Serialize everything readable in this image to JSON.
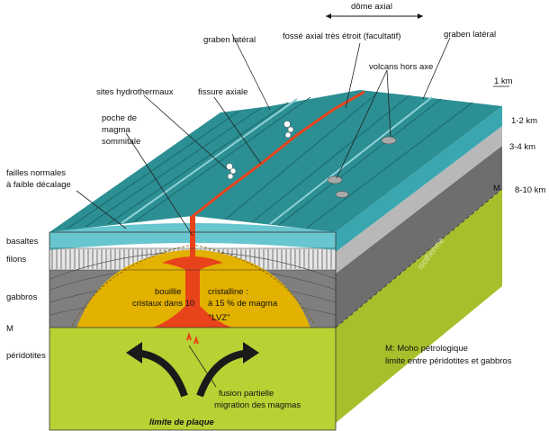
{
  "colors": {
    "top_surface": "#2b8f93",
    "basalt_layer": "#67c6cf",
    "dike_layer": "#d9d9d9",
    "gabbro_layer": "#7f7f7f",
    "peridotite_layer": "#b8d234",
    "magma_chamber": "#e3b100",
    "melt": "#e8431a",
    "mantle_flow": "#1a1a1a"
  },
  "labels": {
    "dome_axial": "dôme axial",
    "scale_bar": "1 km",
    "graben_lateral_left": "graben latéral",
    "fosse_axial": "fossé axial très étroit (facultatif)",
    "graben_lateral_right": "graben latéral",
    "volcans_hors_axe": "volcans hors axe",
    "sites_hydrothermaux": "sites hydrothermaux",
    "fissure_axiale": "fissure axiale",
    "poche_magma": [
      "poche de",
      "magma",
      "sommitale"
    ],
    "failles_normales": [
      "failles normales",
      "à faible décalage"
    ],
    "basaltes": "basaltes",
    "filons": "filons",
    "gabbros": "gabbros",
    "moho_m": "M",
    "peridotites": "péridotites",
    "depth_1": "1-2 km",
    "depth_2": "3-4 km",
    "depth_m": "M",
    "depth_3": "8-10 km",
    "bouillie": [
      "bouillie",
      "cristaux dans 10"
    ],
    "cristalline": [
      "cristalline :",
      "à 15 % de magma"
    ],
    "lvz": "\"LVZ\"",
    "fusion": [
      "fusion partielle",
      "migration des magmas"
    ],
    "moho_def": [
      "M: Moho pétrologique",
      "limite entre péridotites et gabbros"
    ],
    "limite_plaque": "limite de plaque",
    "isotherm": "isotherme"
  }
}
